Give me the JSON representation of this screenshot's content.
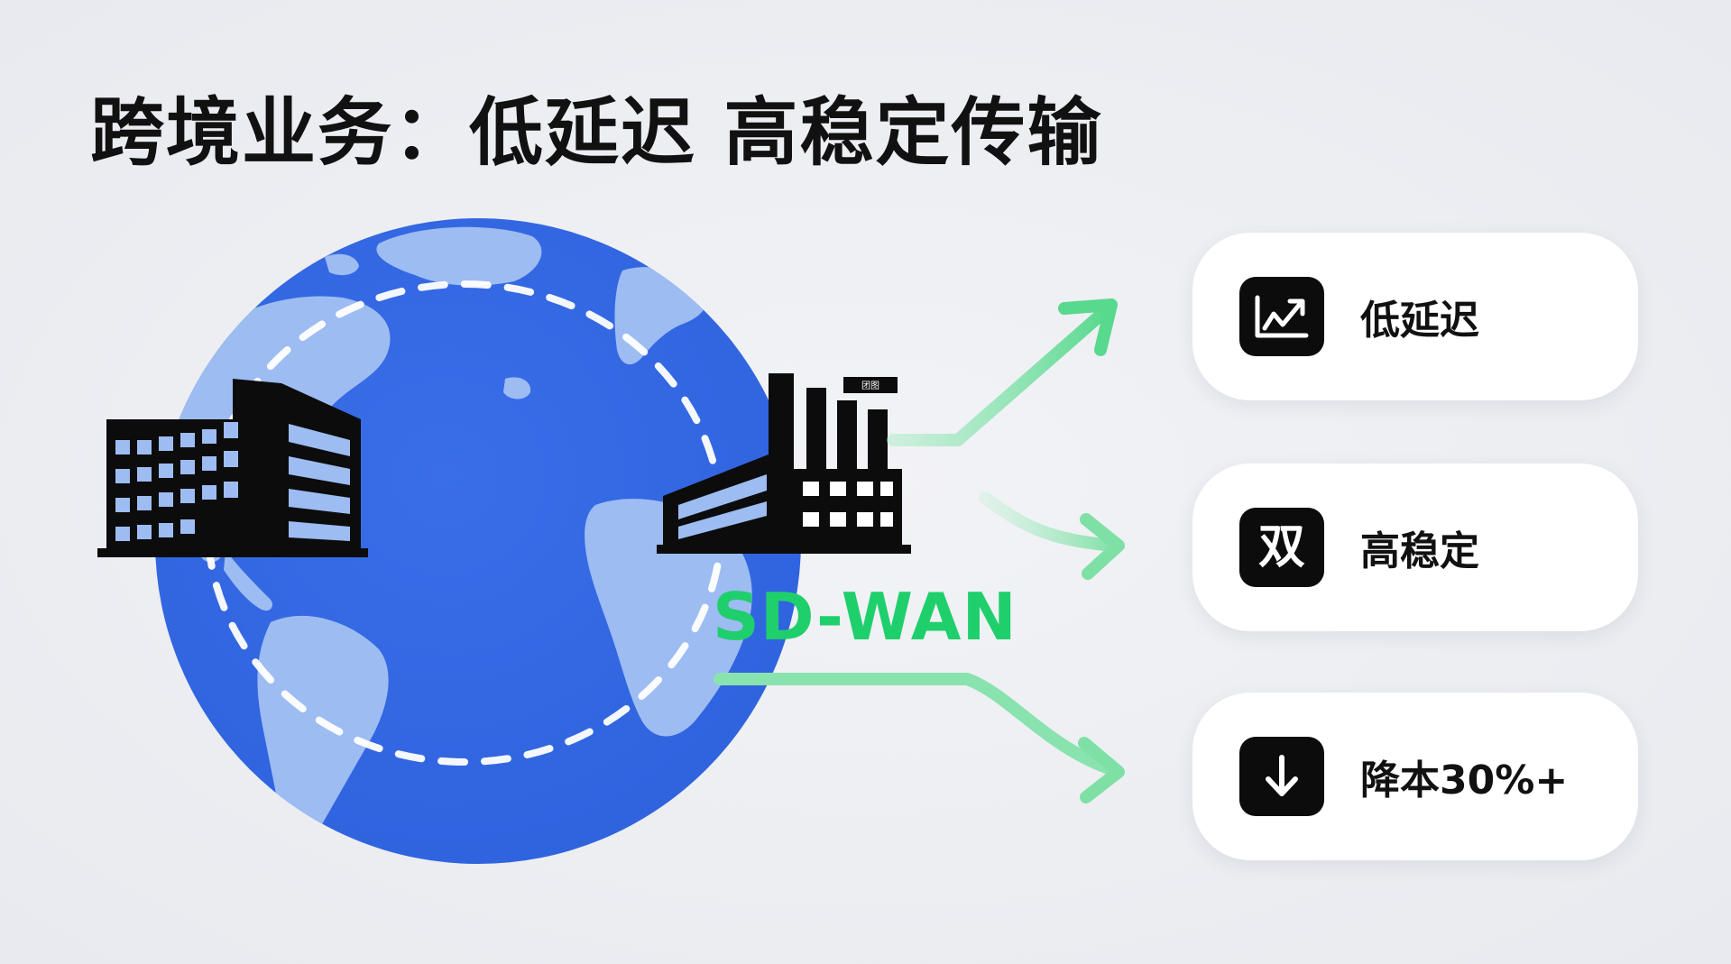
{
  "title": "跨境业务：低延迟 高稳定传输",
  "network_label": "SD-WAN",
  "office_sign": "团图",
  "benefits": [
    {
      "label": "低延迟",
      "icon": "trend-chart-icon"
    },
    {
      "label": "高稳定",
      "icon_glyph": "双",
      "icon": "dual-link-icon"
    },
    {
      "label": "降本30%+",
      "icon": "arrow-down-icon"
    }
  ],
  "colors": {
    "globe_ocean": "#3970e6",
    "globe_land": "#9dbcf2",
    "accent_green": "#1fcf6c",
    "arrow_green": "#7fe0a6",
    "building": "#0c0c0c",
    "card_icon_bg": "#0c0c0c"
  }
}
